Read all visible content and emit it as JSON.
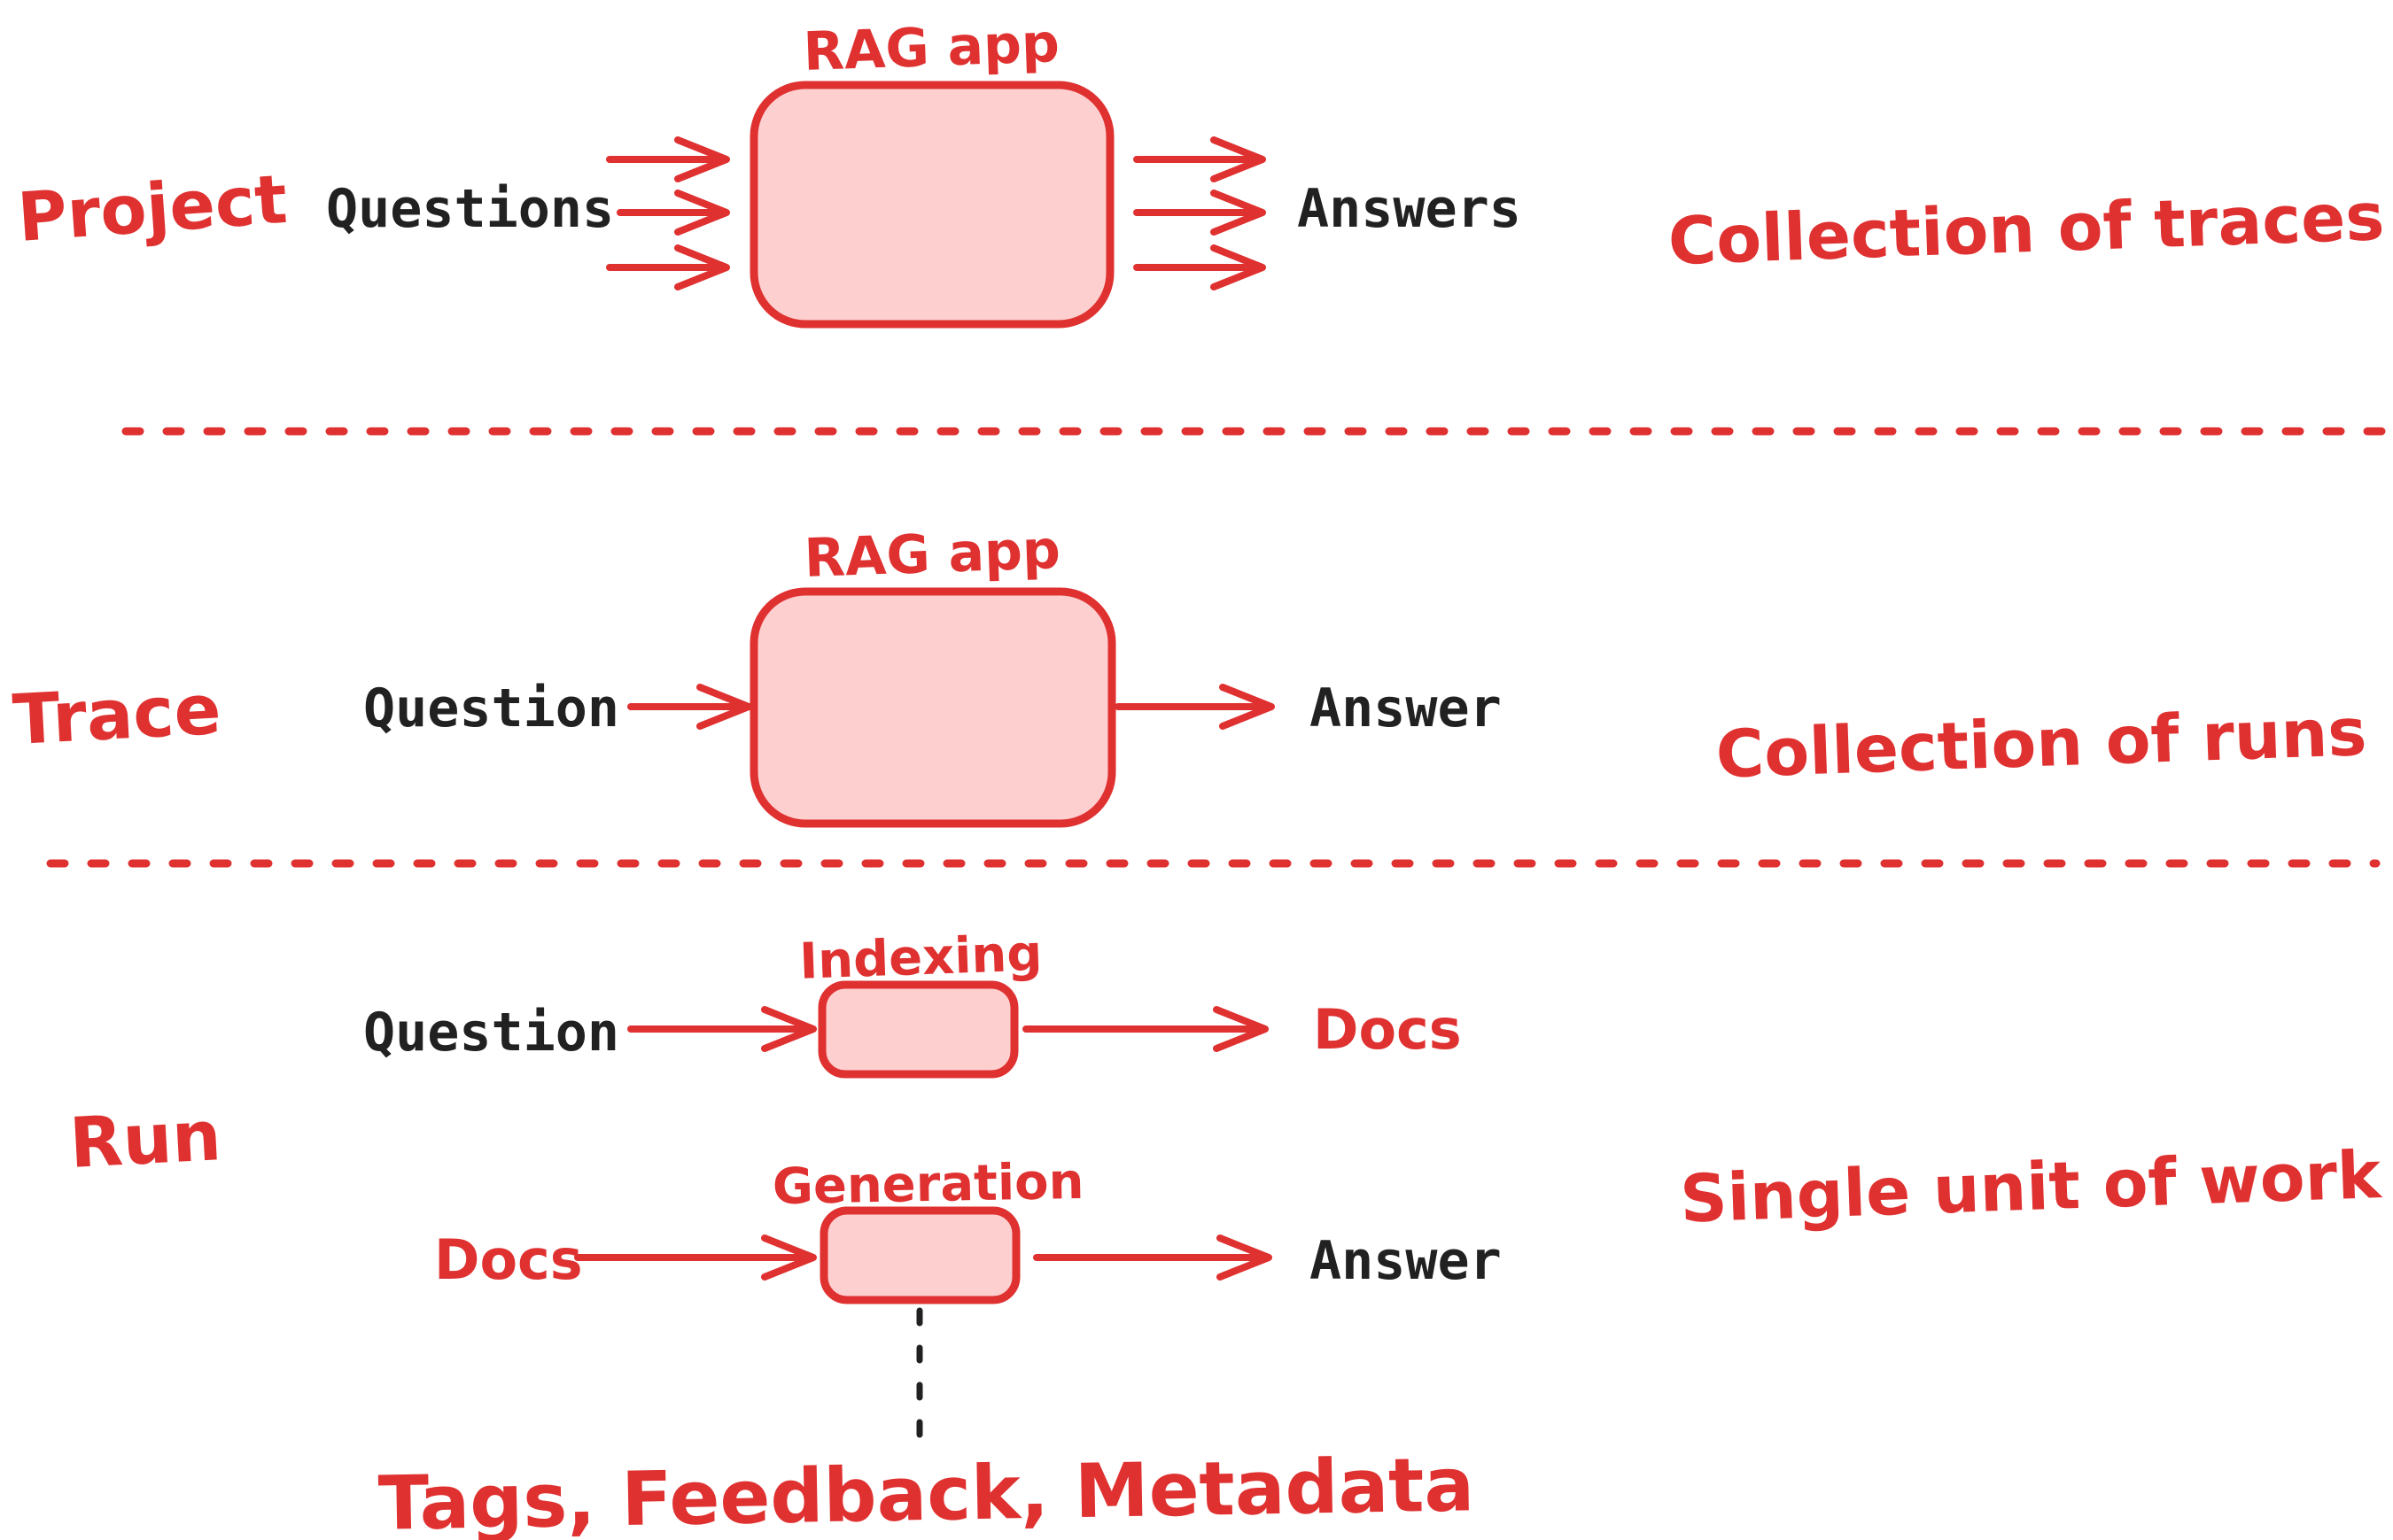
{
  "colors": {
    "accent_red": "#e03131",
    "box_fill": "#fdcfcf",
    "ink_black": "#212121",
    "background": "#ffffff"
  },
  "rows": {
    "project": {
      "label": "Project",
      "input_label": "Questions",
      "box_title": "RAG app",
      "output_label": "Answers",
      "description": "Collection of traces"
    },
    "trace": {
      "label": "Trace",
      "input_label": "Question",
      "box_title": "RAG app",
      "output_label": "Answer",
      "description": "Collection of runs"
    },
    "run": {
      "label": "Run",
      "description": "Single unit of work",
      "indexing": {
        "input_label": "Question",
        "box_title": "Indexing",
        "output_label": "Docs"
      },
      "generation": {
        "input_label": "Docs",
        "box_title": "Generation",
        "output_label": "Answer"
      },
      "annotation": "Tags, Feedback, Metadata"
    }
  }
}
